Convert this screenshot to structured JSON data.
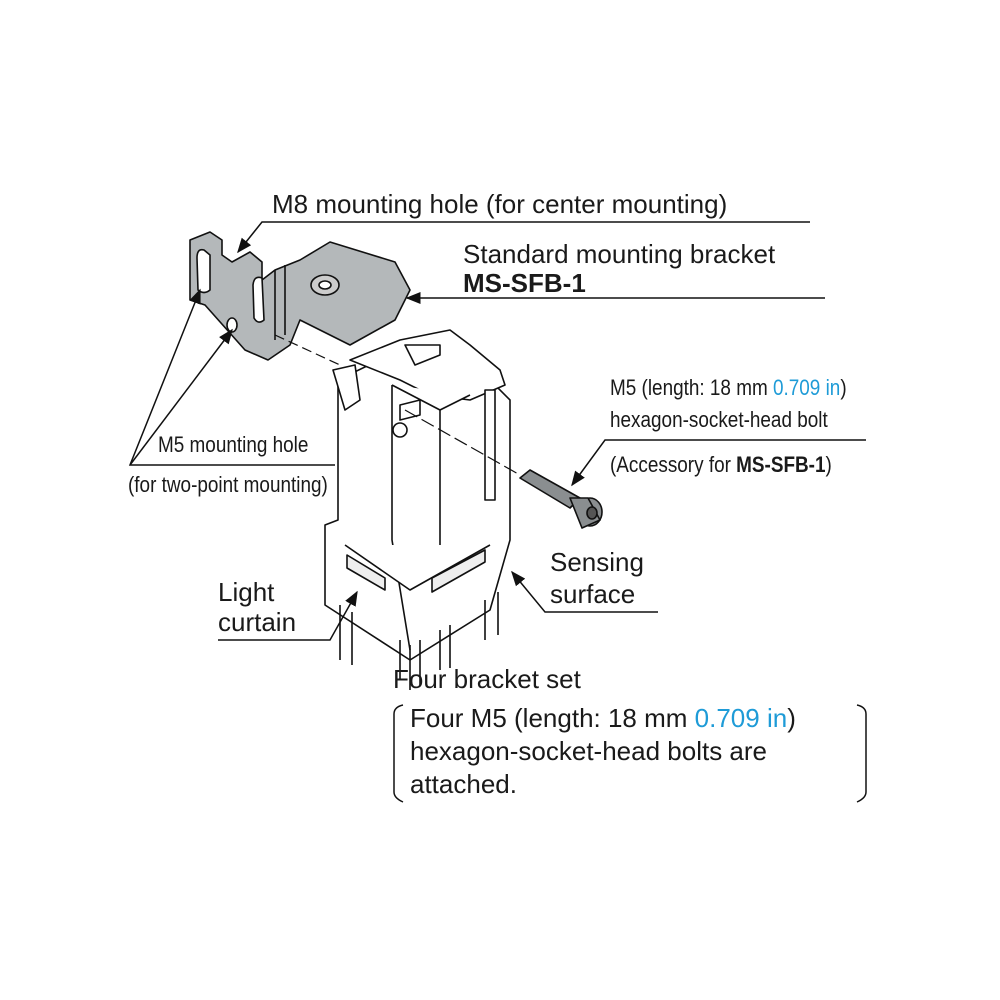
{
  "labels": {
    "m8_hole": "M8 mounting hole (for center mounting)",
    "bracket_title": "Standard mounting bracket",
    "bracket_model": "MS-SFB-1",
    "bolt_line1_prefix": "M5 (length: 18 mm ",
    "bolt_line1_inch": "0.709 in",
    "bolt_line1_suffix": ")",
    "bolt_line2": "hexagon-socket-head bolt",
    "bolt_line3_prefix": "(Accessory for ",
    "bolt_line3_model": "MS-SFB-1",
    "bolt_line3_suffix": ")",
    "m5_hole": "M5 mounting hole",
    "m5_hole_note": "(for two-point mounting)",
    "sensing_1": "Sensing",
    "sensing_2": "surface",
    "light_1": "Light",
    "light_2": "curtain",
    "set_title": "Four bracket set",
    "set_line1_prefix": "Four M5 (length: 18 mm ",
    "set_line1_inch": "0.709 in",
    "set_line1_suffix": ")",
    "set_line2": "hexagon-socket-head bolts are",
    "set_line3": "attached."
  },
  "colors": {
    "inch_accent": "#1e9bd7",
    "bracket_fill": "#b4b8ba"
  }
}
